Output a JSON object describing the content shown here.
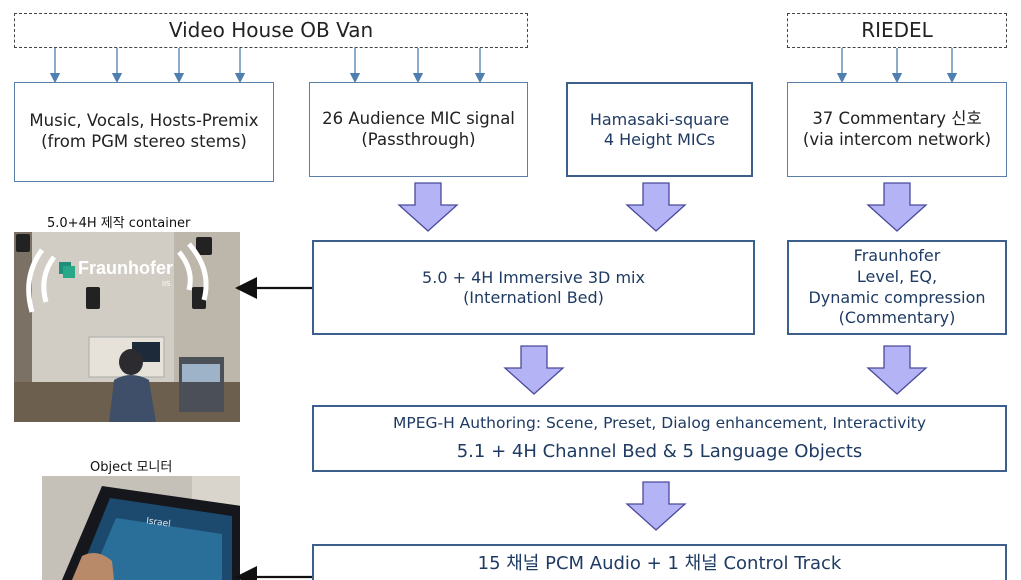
{
  "sources": {
    "video_house": "Video House OB Van",
    "riedel": "RIEDEL"
  },
  "inputs": {
    "music": [
      "Music, Vocals, Hosts-Premix",
      "(from PGM stereo stems)"
    ],
    "audience": [
      "26 Audience MIC signal",
      "(Passthrough)"
    ],
    "hamasaki": [
      "Hamasaki-square",
      "4 Height MICs"
    ],
    "commentary": [
      "37 Commentary 신호",
      "(via intercom network)"
    ]
  },
  "process": {
    "mix": [
      "5.0 + 4H Immersive 3D mix",
      "(Internationl Bed)"
    ],
    "fraunhofer": [
      "Fraunhofer",
      "Level, EQ,",
      "Dynamic compression",
      "(Commentary)"
    ]
  },
  "authoring": {
    "line1": "MPEG-H Authoring: Scene, Preset, Dialog enhancement, Interactivity",
    "line2": "5.1 + 4H Channel Bed  & 5 Language Objects"
  },
  "output": {
    "line1": "15 채널 PCM Audio + 1 채널 Control Track"
  },
  "photos": {
    "container_caption": "5.0+4H 제작 container",
    "container_logo": "Fraunhofer",
    "container_logo_sub": "IIS",
    "monitor_caption": "Object 모니터",
    "monitor_screen_text": "Israel"
  },
  "colors": {
    "arrow_fill": "#b3b3f5",
    "arrow_stroke": "#4a4a9a",
    "box_border": "#3d5f8c",
    "thin_arrow": "#4f7fb0"
  }
}
